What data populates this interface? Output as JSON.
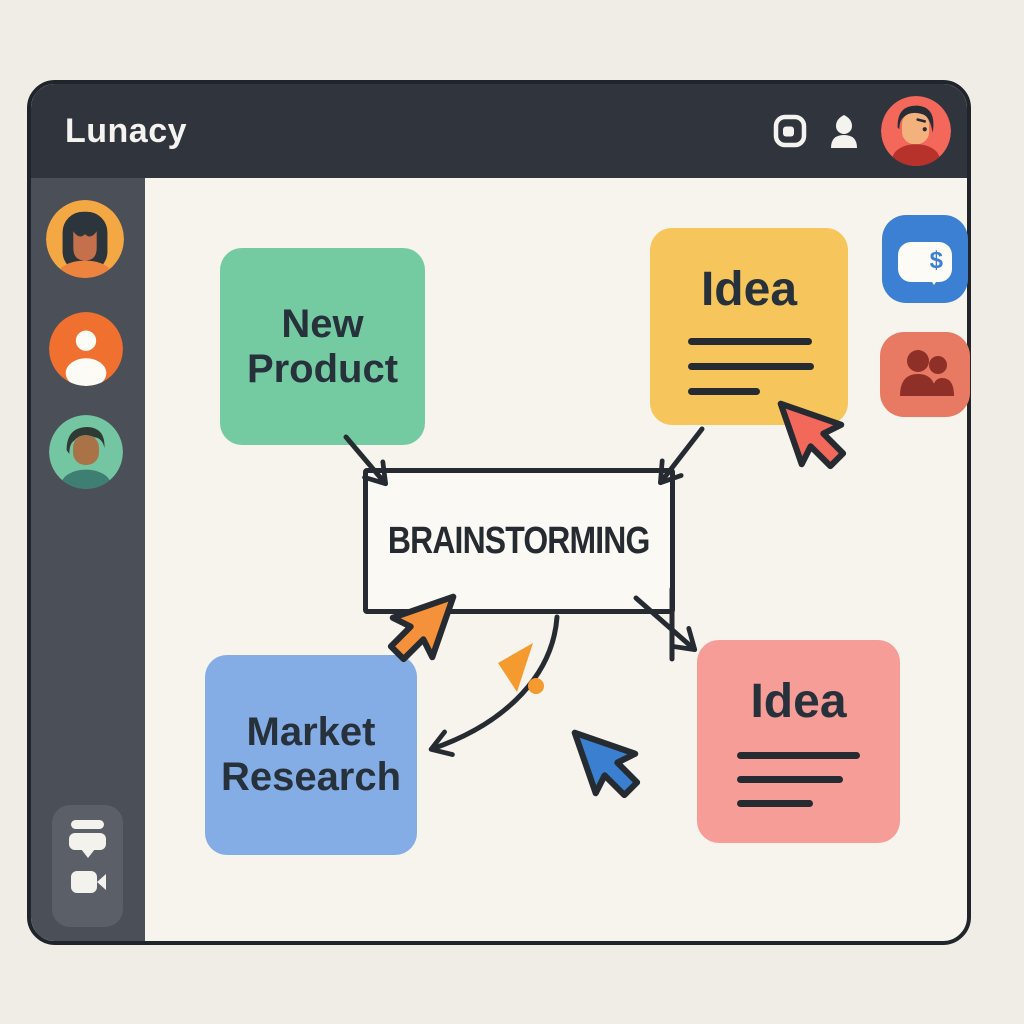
{
  "window": {
    "title": "Lunacy"
  },
  "topbar": {
    "icons": [
      {
        "name": "frame-icon"
      },
      {
        "name": "user-icon"
      },
      {
        "name": "user-avatar",
        "bg": "#f3685a"
      }
    ]
  },
  "sidebar": {
    "collaborators": [
      {
        "name": "collaborator-avatar-female",
        "bg": "#f3a844"
      },
      {
        "name": "collaborator-avatar-silhouette",
        "bg": "#f0702f"
      },
      {
        "name": "collaborator-avatar-male",
        "bg": "#74c6a2"
      }
    ],
    "tools": [
      {
        "icon": "chat-icon"
      },
      {
        "icon": "video-call-icon"
      }
    ]
  },
  "board": {
    "central_node": {
      "label": "BRAINSTORMING",
      "border": "#262b32"
    },
    "notes": [
      {
        "id": "new-product",
        "label": "New Product",
        "color": "#74cba2"
      },
      {
        "id": "idea-top",
        "label": "Idea",
        "color": "#f6c65c",
        "placeholder_lines": 3
      },
      {
        "id": "market-research",
        "label": "Market Research",
        "color": "#84ace5"
      },
      {
        "id": "idea-bottom",
        "label": "Idea",
        "color": "#f59d96",
        "placeholder_lines": 3
      }
    ],
    "connections": [
      {
        "from": "new-product",
        "to": "brainstorming",
        "style": "straight-arrow"
      },
      {
        "from": "idea-top",
        "to": "brainstorming",
        "style": "straight-arrow"
      },
      {
        "from": "brainstorming",
        "to": "idea-bottom",
        "style": "straight-arrow"
      },
      {
        "from": "brainstorming",
        "to": "market-research",
        "style": "curved-arrow"
      }
    ],
    "cursors": [
      {
        "name": "collaborator-cursor-red",
        "color": "#f2685b",
        "direction": "up-left"
      },
      {
        "name": "collaborator-cursor-orange",
        "color": "#f6913b",
        "direction": "up-right"
      },
      {
        "name": "collaborator-cursor-blue",
        "color": "#3b80d0",
        "direction": "up-left"
      },
      {
        "name": "collaborator-pointer-small-orange",
        "color": "#f49a2e",
        "direction": "up-right"
      }
    ],
    "widgets": [
      {
        "name": "comment-dollar-widget",
        "color": "#3c80d3",
        "glyph": "$"
      },
      {
        "name": "people-widget",
        "color": "#e87a63"
      }
    ],
    "ink_color": "#262b32"
  }
}
